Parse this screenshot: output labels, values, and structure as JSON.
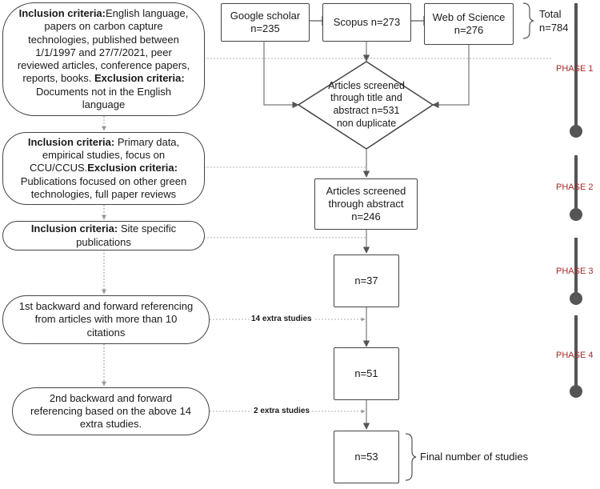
{
  "sources": {
    "google": "Google scholar n=235",
    "scopus": "Scopus n=273",
    "wos": "Web of Science n=276"
  },
  "total": "Total n=784",
  "diamond": "Articles screened through title and abstract n=531 non duplicate",
  "screened": "Articles screened through abstract n=246",
  "n37": "n=37",
  "n51": "n=51",
  "n53": "n=53",
  "final_label": "Final number of studies",
  "criteria": {
    "c1": {
      "inc_head": "Inclusion criteria:",
      "inc_text": "English language, papers on carbon capture technologies, published between 1/1/1997 and 27/7/2021, peer reviewed articles, conference papers, reports, books.",
      "exc_head": "Exclusion criteria:",
      "exc_text": "Documents not in the English language"
    },
    "c2": {
      "inc_head": "Inclusion criteria:",
      "inc_text": "Primary data, empirical studies, focus on CCU/CCUS.",
      "exc_head": "Exclusion criteria:",
      "exc_text": "Publications focused on other green technologies, full paper reviews"
    },
    "c3": {
      "inc_head": "Inclusion criteria:",
      "inc_text": "Site specific publications"
    },
    "c4": "1st backward and forward referencing from articles with more than 10 citations",
    "c5": "2nd backward and forward referencing based on the above 14 extra studies."
  },
  "edges": {
    "extra14": "14 extra studies",
    "extra2": "2 extra studies"
  },
  "phases": [
    "PHASE 1",
    "PHASE 2",
    "PHASE 3",
    "PHASE 4"
  ]
}
